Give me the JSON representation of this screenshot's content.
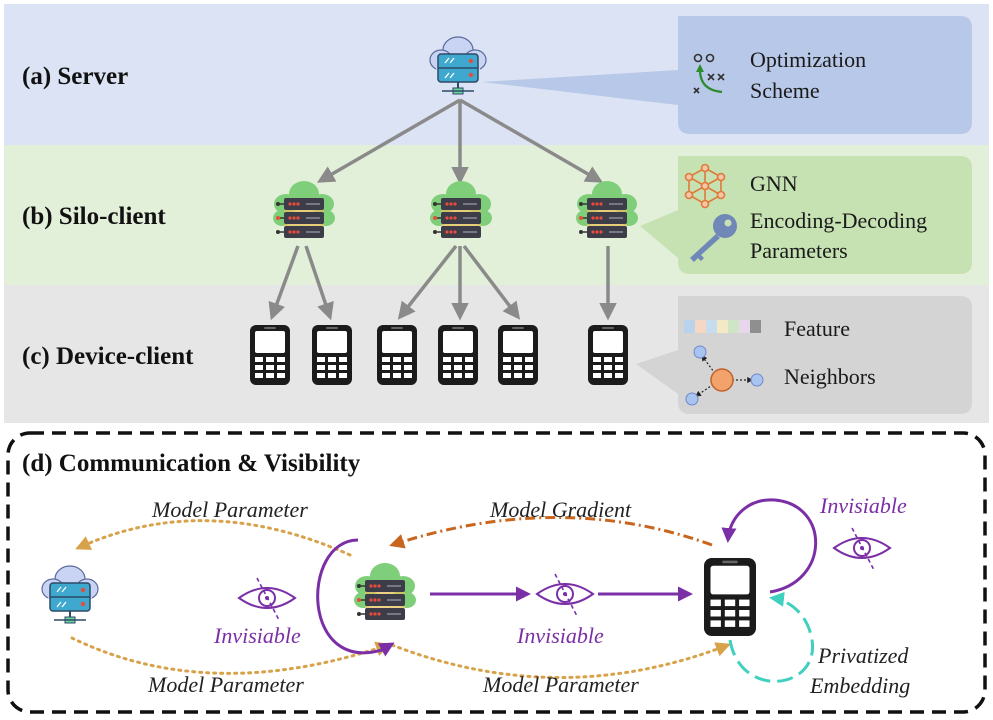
{
  "tiers": {
    "server": {
      "label": "(a) Server",
      "bg": "#dbe3f4"
    },
    "silo": {
      "label": "(b) Silo-client",
      "bg": "#e3f0d9"
    },
    "device": {
      "label": "(c) Device-client",
      "bg": "#e6e6e6"
    }
  },
  "legend_server": {
    "line1": "Optimization",
    "line2": "Scheme",
    "bg": "#b7c8e8"
  },
  "legend_silo": {
    "gnn": "GNN",
    "line1": "Encoding-Decoding",
    "line2": "Parameters",
    "bg": "#c6e2b3"
  },
  "legend_device": {
    "feature": "Feature",
    "neighbors": "Neighbors",
    "bg": "#d4d4d4"
  },
  "comm": {
    "title": "(d) Communication & Visibility",
    "model_parameter_top": "Model Parameter",
    "model_gradient": "Model Gradient",
    "model_parameter_bottom_left": "Model Parameter",
    "model_parameter_bottom_right": "Model Parameter",
    "invisiable_left": "Invisiable",
    "invisiable_middle": "Invisiable",
    "invisiable_right": "Invisiable",
    "privatized_line1": "Privatized",
    "privatized_line2": "Embedding"
  },
  "colors": {
    "arrow_gray": "#8a8a8a",
    "dotted_orange": "#d8a24a",
    "dashdot_orange": "#c8661e",
    "purple": "#7b2fa6",
    "teal": "#3fd0bf",
    "cloud_blue": "#b9c7f0",
    "cloud_green": "#7fcf7a"
  },
  "icons": [
    "server-cloud-icon",
    "silo-server-icon",
    "phone-icon",
    "eye-slash-icon",
    "key-icon",
    "gnn-icon",
    "strategy-icon",
    "node-graph-icon"
  ]
}
